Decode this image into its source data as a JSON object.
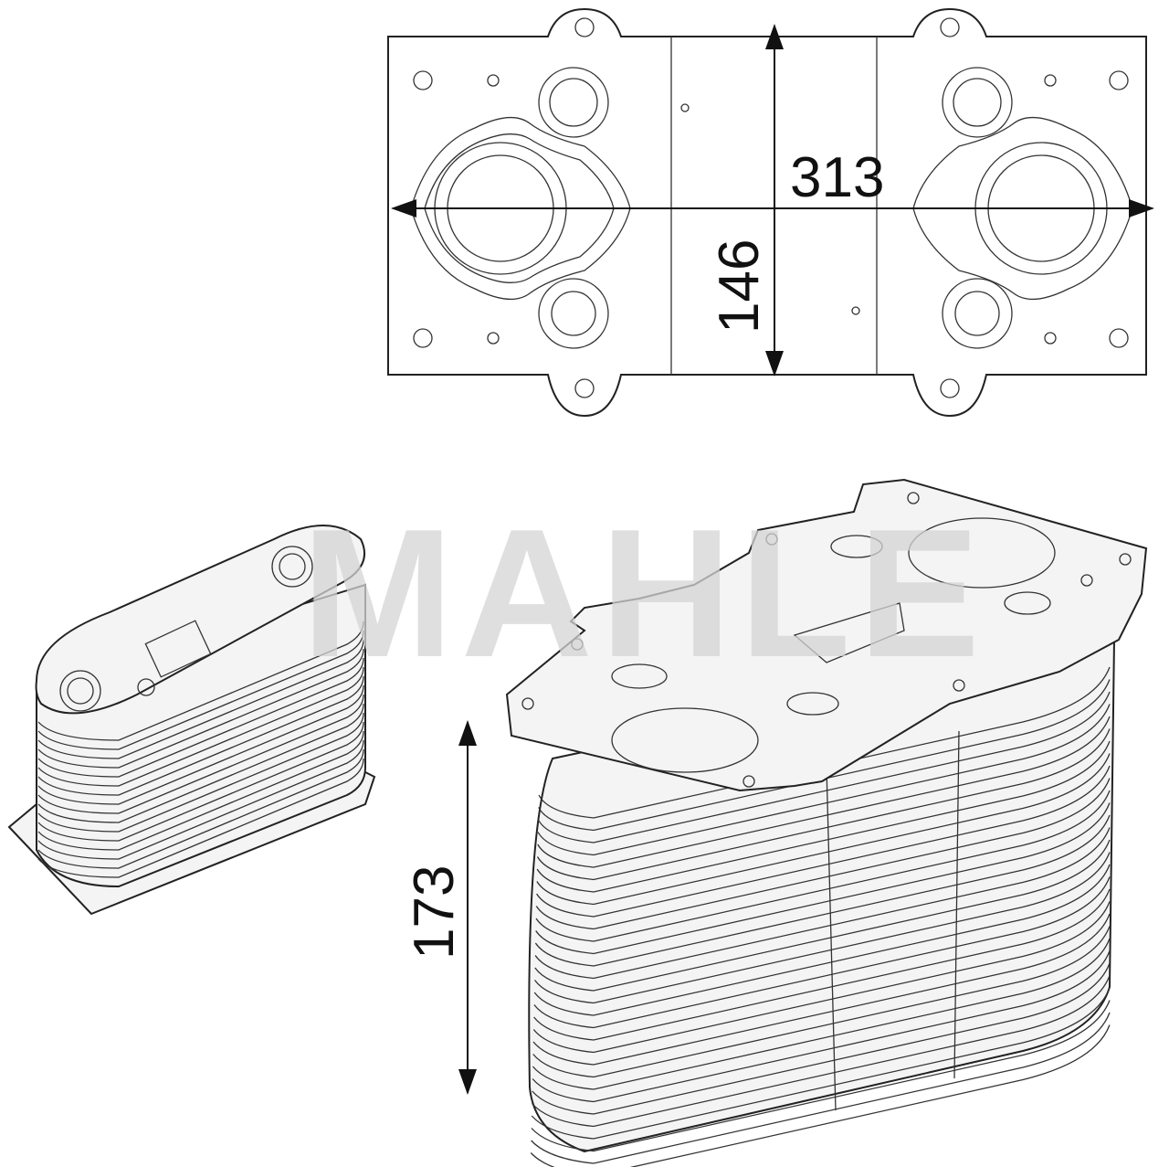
{
  "watermark": "MAHLE",
  "dimensions": {
    "width": "313",
    "depth": "146",
    "height": "173"
  },
  "colors": {
    "line": "#222222",
    "watermark": "#e8e8e8",
    "background": "#ffffff"
  }
}
